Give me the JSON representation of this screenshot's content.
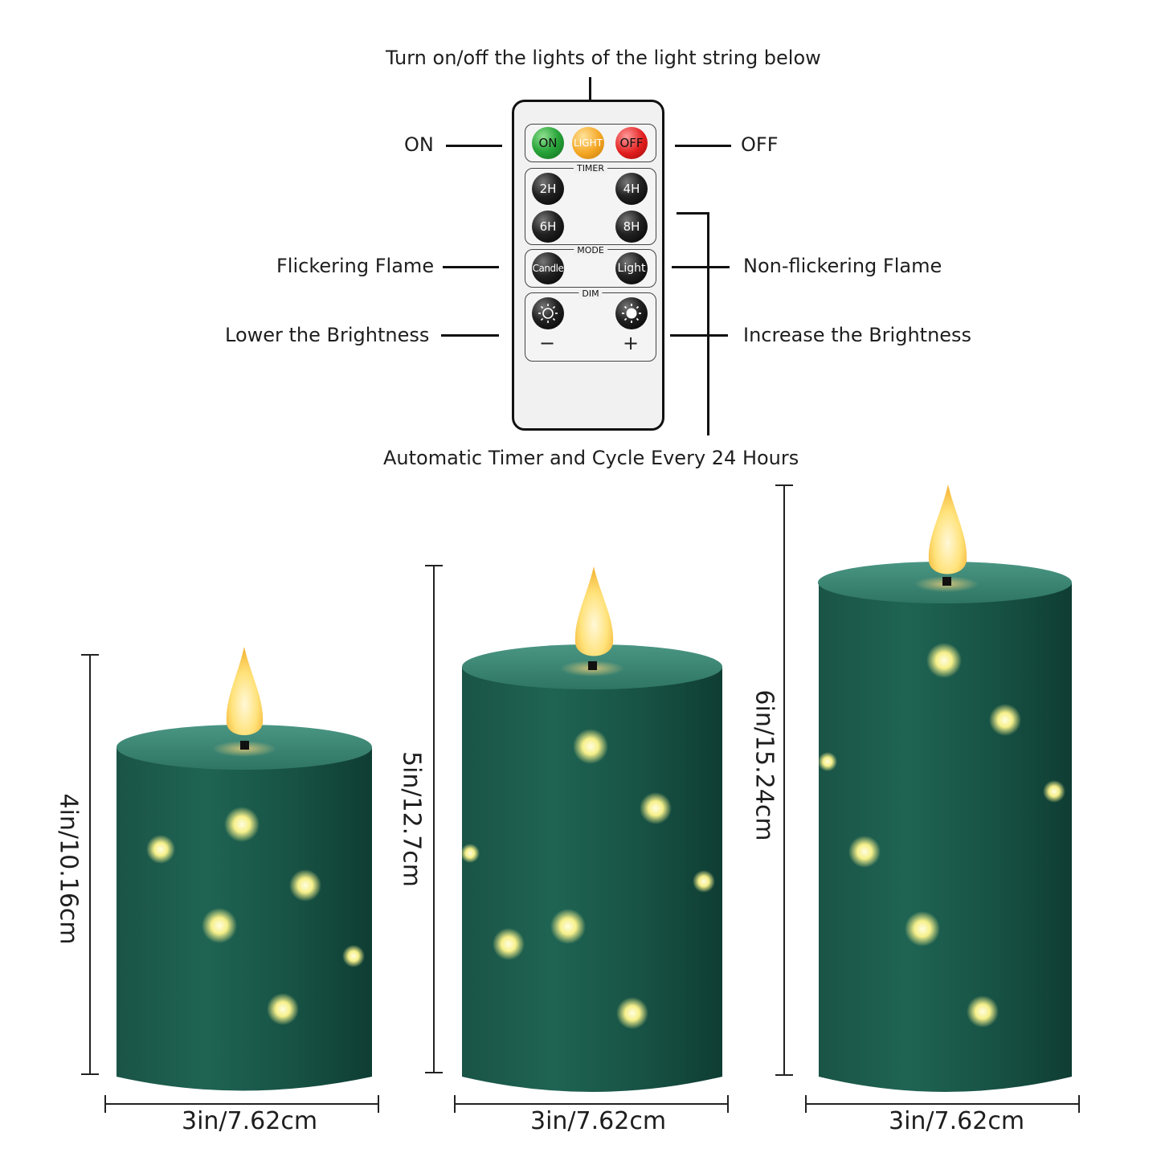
{
  "remote_labels": {
    "top": "Turn on/off the lights of the light string below",
    "on": "ON",
    "off": "OFF",
    "flicker": "Flickering Flame",
    "nonflicker": "Non-flickering Flame",
    "lower": "Lower the Brightness",
    "increase": "Increase the Brightness",
    "timer_note": "Automatic Timer and Cycle Every 24 Hours"
  },
  "remote": {
    "buttons_top": [
      "ON",
      "LIGHT",
      "OFF"
    ],
    "timer_section": "TIMER",
    "timer_buttons": [
      "2H",
      "4H",
      "6H",
      "8H"
    ],
    "mode_section": "MODE",
    "mode_buttons": [
      "Candle",
      "Light"
    ],
    "dim_section": "DIM",
    "minus": "−",
    "plus": "+"
  },
  "candles": [
    {
      "height": "4in/10.16cm",
      "width": "3in/7.62cm"
    },
    {
      "height": "5in/12.7cm",
      "width": "3in/7.62cm"
    },
    {
      "height": "6in/15.24cm",
      "width": "3in/7.62cm"
    }
  ],
  "colors": {
    "candle_body": "#1f5e4f",
    "candle_top": "#3f8c78",
    "led": "#fff8b0",
    "flame": "#ffe58a"
  }
}
